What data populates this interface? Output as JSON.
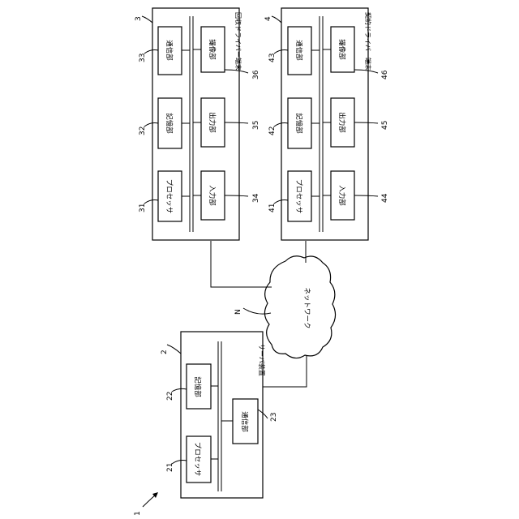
{
  "figure": {
    "ref": "1",
    "server": {
      "ref": "2",
      "title": "サーバ装置",
      "units": [
        {
          "ref": "21",
          "label": "プロセッサ"
        },
        {
          "ref": "22",
          "label": "記憶部"
        },
        {
          "ref": "23",
          "label": "通信部"
        }
      ]
    },
    "network": {
      "ref": "N",
      "label": "ネットワーク"
    },
    "terminal_3": {
      "ref": "3",
      "title": "回収ドライバー端末",
      "units": [
        {
          "ref": "31",
          "label": "プロセッサ"
        },
        {
          "ref": "32",
          "label": "記憶部"
        },
        {
          "ref": "33",
          "label": "通信部"
        },
        {
          "ref": "34",
          "label": "入力部"
        },
        {
          "ref": "35",
          "label": "出力部"
        },
        {
          "ref": "36",
          "label": "撮像部"
        }
      ]
    },
    "terminal_4": {
      "ref": "4",
      "title": "契約ドライバー端末",
      "units": [
        {
          "ref": "41",
          "label": "プロセッサ"
        },
        {
          "ref": "42",
          "label": "記憶部"
        },
        {
          "ref": "43",
          "label": "通信部"
        },
        {
          "ref": "44",
          "label": "入力部"
        },
        {
          "ref": "45",
          "label": "出力部"
        },
        {
          "ref": "46",
          "label": "撮像部"
        }
      ]
    }
  }
}
